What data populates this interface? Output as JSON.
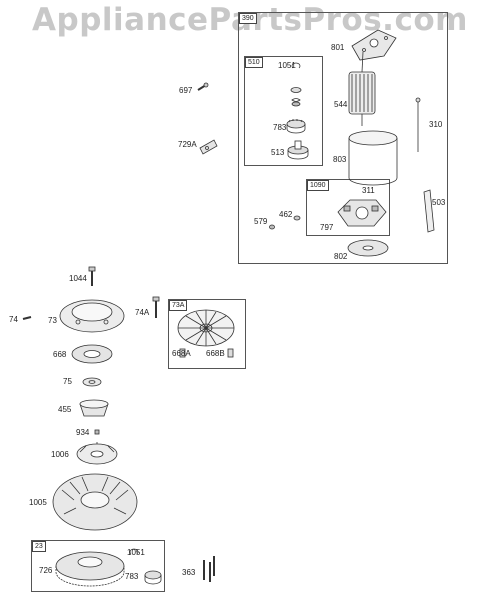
{
  "watermark": "AppliancePartsPros.com",
  "box_labels": {
    "starter": "390",
    "drive_kit": "510",
    "brush_kit": "1090",
    "screen_kit": "73A",
    "flywheel_kit": "23"
  },
  "parts": {
    "p801": "801",
    "p1051a": "1051",
    "p697": "697",
    "p544": "544",
    "p310": "310",
    "p783a": "783",
    "p729a": "729A",
    "p513": "513",
    "p803": "803",
    "p311": "311",
    "p503": "503",
    "p462": "462",
    "p579": "579",
    "p797": "797",
    "p802": "802",
    "p1044": "1044",
    "p74": "74",
    "p73": "73",
    "p74a": "74A",
    "p668a": "668A",
    "p668b": "668B",
    "p668": "668",
    "p75": "75",
    "p455": "455",
    "p934": "934",
    "p1006": "1006",
    "p1005": "1005",
    "p1051b": "1051",
    "p726": "726",
    "p783b": "783",
    "p363": "363"
  }
}
